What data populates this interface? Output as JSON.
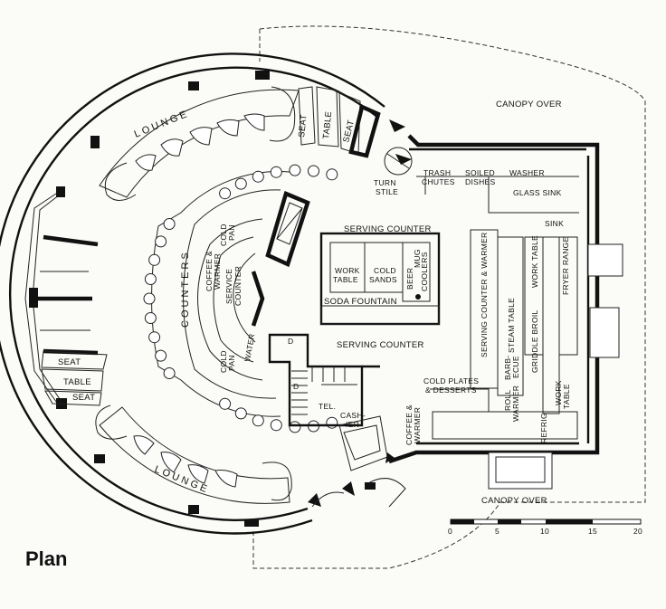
{
  "title": "Plan",
  "scale": {
    "ticks": [
      "0",
      "5",
      "10",
      "15",
      "20"
    ]
  },
  "labels": {
    "canopy_top": "CANOPY OVER",
    "canopy_bottom": "CANOPY OVER",
    "lounge_top": "LOUNGE",
    "lounge_bottom": "LOUNGE",
    "seat_top_1": "SEAT",
    "table_top": "TABLE",
    "seat_top_2": "SEAT",
    "seat_left_1": "SEAT",
    "table_left": "TABLE",
    "seat_left_2": "SEAT",
    "turn_1": "TURN",
    "turn_2": "STILE",
    "trash_1": "TRASH",
    "trash_2": "CHUTES",
    "soiled_1": "SOILED",
    "soiled_2": "DISHES",
    "washer": "WASHER",
    "glass_sink": "GLASS SINK",
    "sink": "SINK",
    "serving_counter_top": "SERVING COUNTER",
    "work_table_1": "WORK",
    "work_table_2": "TABLE",
    "cold_sands_1": "COLD",
    "cold_sands_2": "SANDS",
    "beer_mug_coolers_1": "BEER",
    "beer_mug_coolers_2": "MUG",
    "beer_mug_coolers_3": "COOLERS",
    "soda_fountain": "SODA FOUNTAIN",
    "serving_counter_bottom": "SERVING COUNTER",
    "counters": "COUNTERS",
    "coffee_warmer_1": "COFFEE &",
    "coffee_warmer_2": "WARMER",
    "service_counter_1": "SERVICE",
    "service_counter_2": "COUNTER",
    "cold_pan_top_1": "COLD",
    "cold_pan_top_2": "PAN",
    "cold_pan_bot_1": "COLD",
    "cold_pan_bot_2": "PAN",
    "water": "WATER",
    "stair_d_1": "D",
    "stair_d_2": "D",
    "tel": "TEL.",
    "cashier_1": "CASH-",
    "cashier_2": "IER",
    "serving_counter_warmer": "SERVING COUNTER & WARMER",
    "cold_plates_1": "COLD PLATES",
    "cold_plates_2": "& DESSERTS",
    "coffee_warmer_k_1": "COFFEE &",
    "coffee_warmer_k_2": "WARMER",
    "roll_warmer_1": "ROLL",
    "roll_warmer_2": "WARMER",
    "barbecue_1": "BARB-",
    "barbecue_2": "ECUE",
    "steam_table": "STEAM TABLE",
    "work_table_k": "WORK TABLE",
    "griddle_broil": "GRIDDLE BROIL",
    "fryer_range": "FRYER RANGE",
    "refrig": "REFRIG.",
    "work_table_k2_1": "WORK",
    "work_table_k2_2": "TABLE"
  }
}
